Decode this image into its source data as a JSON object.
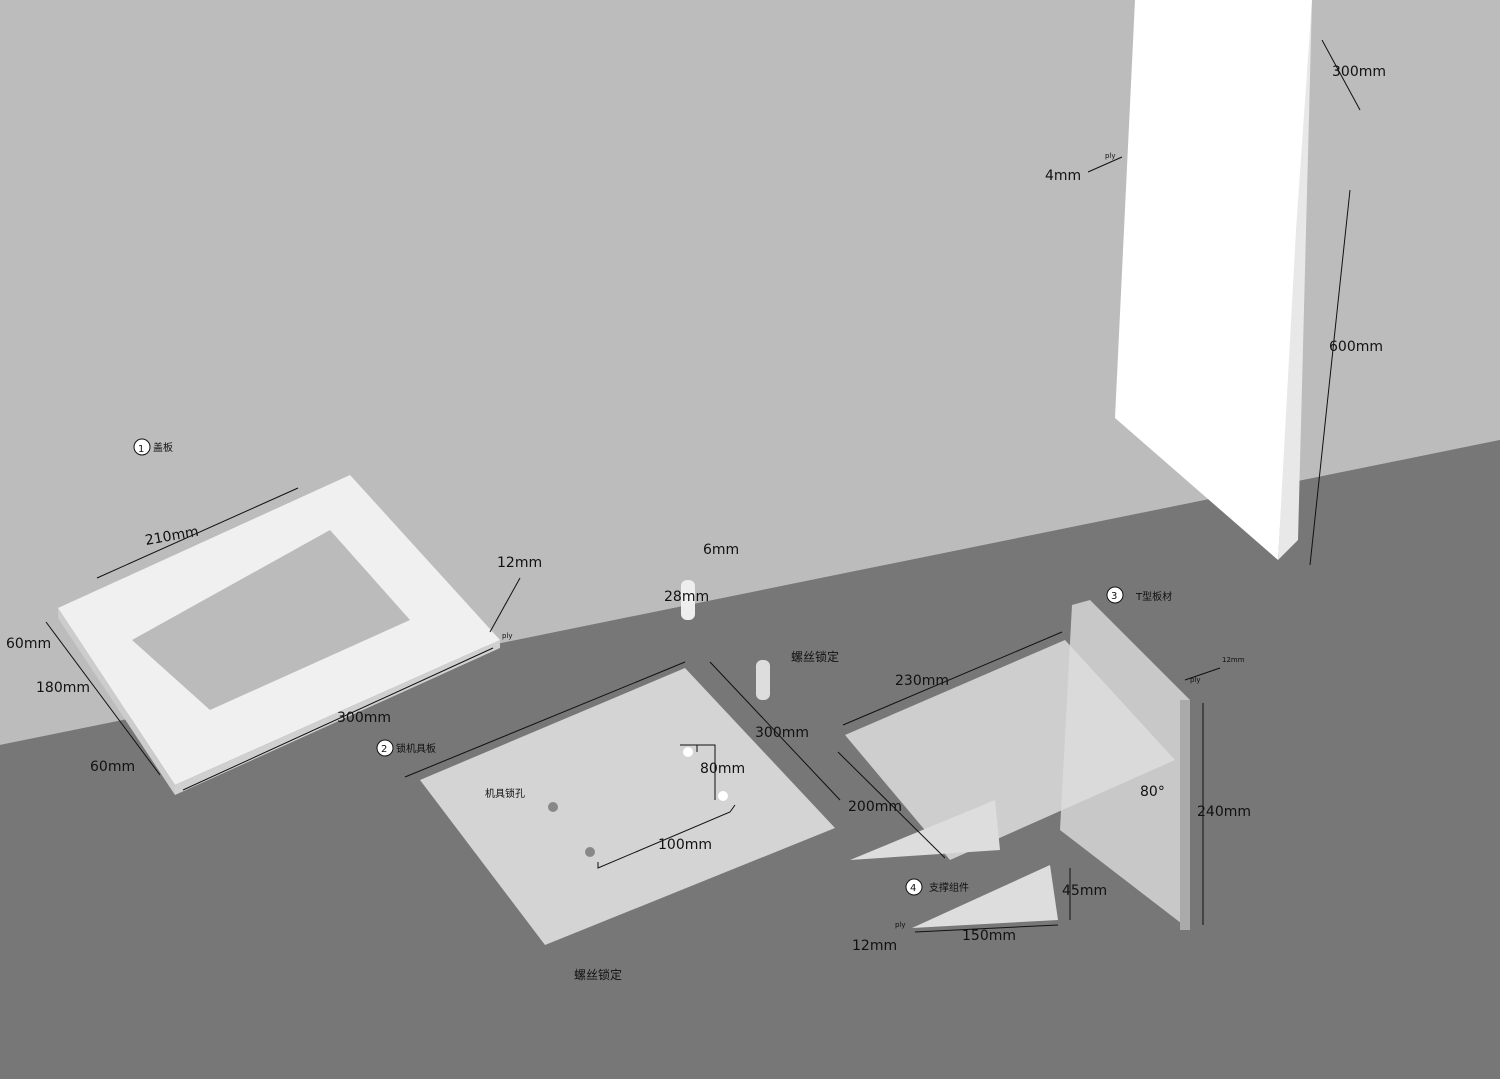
{
  "parts": {
    "cover": {
      "number": "1",
      "name": "盖板",
      "width": "210mm",
      "length": "300mm",
      "thickness": "12mm",
      "ply": "ply",
      "margin_top": "60mm",
      "opening": "180mm",
      "margin_bottom": "60mm"
    },
    "lock_plate": {
      "number": "2",
      "name": "锁机具板",
      "length": "300mm",
      "hole_label": "机具锁孔",
      "spacing_v": "80mm",
      "spacing_h": "100mm",
      "screw_top": "螺丝锁定",
      "screw_bottom": "螺丝锁定"
    },
    "dowel": {
      "diameter": "6mm",
      "length": "28mm"
    },
    "t_board": {
      "number": "3",
      "name": "T型板材",
      "width": "230mm",
      "depth": "200mm",
      "height": "240mm",
      "thickness": "12mm",
      "ply": "ply",
      "angle": "80°"
    },
    "support": {
      "number": "4",
      "name": "支撑组件",
      "height": "45mm",
      "length": "150mm",
      "thickness": "12mm",
      "ply": "ply"
    },
    "wall": {
      "width": "300mm",
      "height": "600mm",
      "thickness": "4mm",
      "ply": "ply"
    }
  },
  "colors": {
    "wall": "#bcbcbc",
    "floor": "#777777",
    "panel": "#e6e6e6"
  }
}
